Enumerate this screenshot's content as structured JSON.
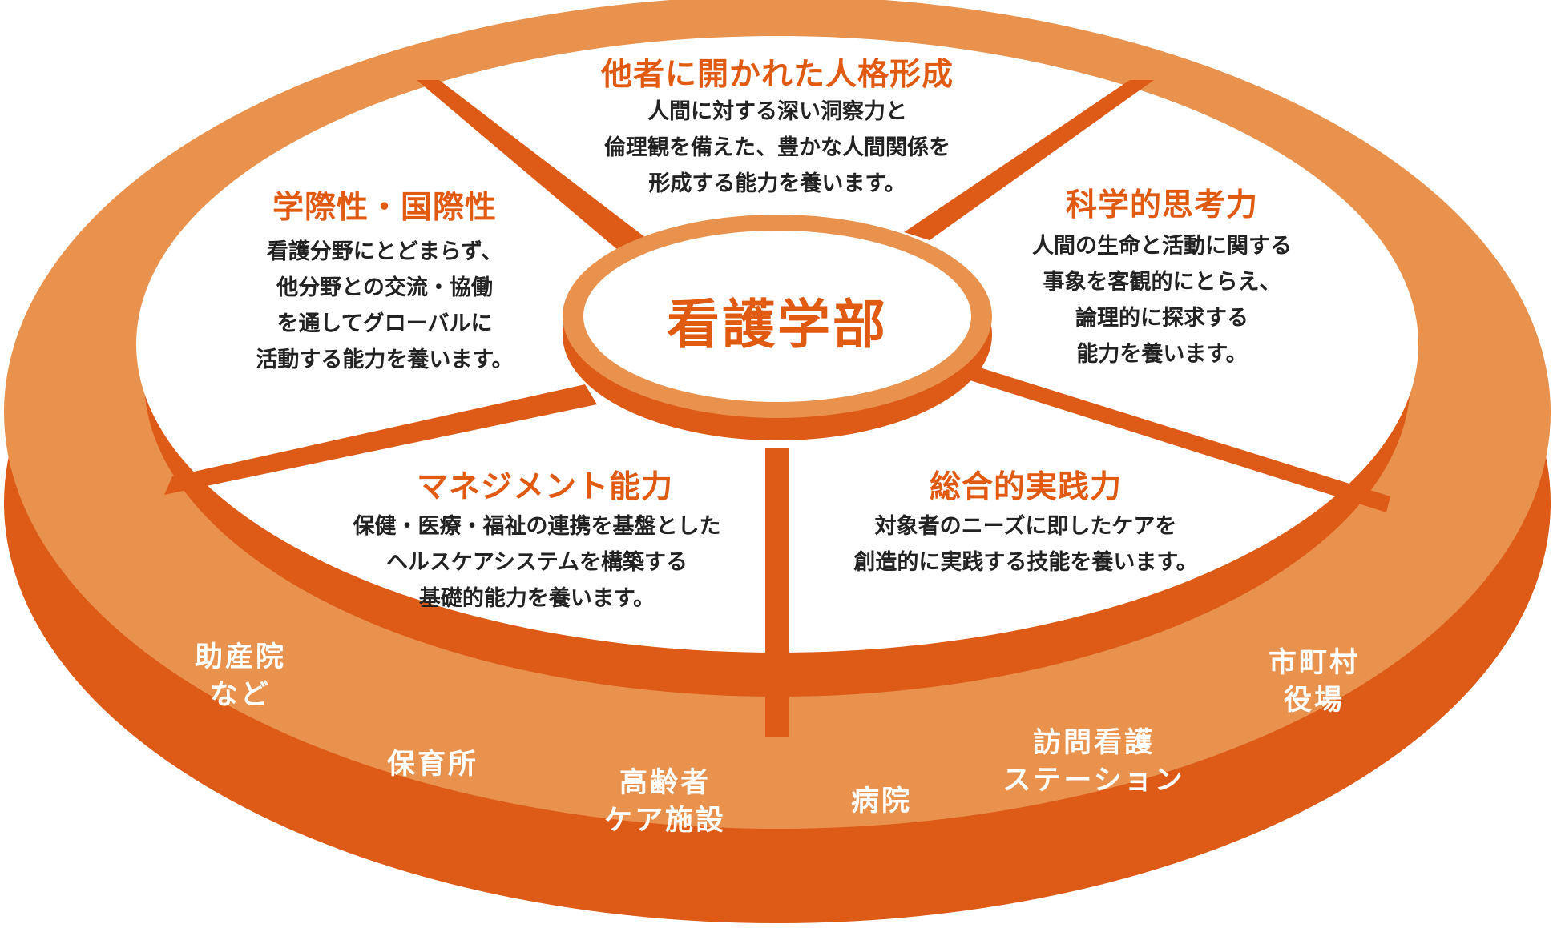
{
  "colors": {
    "outer_ring": "#e8924e",
    "rim_dark": "#dd5a17",
    "divider": "#dd5a17",
    "hub_fill": "#e8924e",
    "heading_text": "#e05a12",
    "body_text": "#222222",
    "ring_text": "#ffffff"
  },
  "center_label": "看護学部",
  "segments": [
    {
      "id": "top",
      "heading": "他者に開かれた人格形成",
      "lines": [
        "人間に対する深い洞察力と",
        "倫理観を備えた、豊かな人間関係を",
        "形成する能力を養います。"
      ]
    },
    {
      "id": "right",
      "heading": "科学的思考力",
      "lines": [
        "人間の生命と活動に関する",
        "事象を客観的にとらえ、",
        "論理的に探求する",
        "能力を養います。"
      ]
    },
    {
      "id": "bottom-right",
      "heading": "総合的実践力",
      "lines": [
        "対象者のニーズに即したケアを",
        "創造的に実践する技能を養います。"
      ]
    },
    {
      "id": "bottom-left",
      "heading": "マネジメント能力",
      "lines": [
        "保健・医療・福祉の連携を基盤とした",
        "ヘルスケアシステムを構築する",
        "基礎的能力を養います。"
      ]
    },
    {
      "id": "left",
      "heading": "学際性・国際性",
      "lines": [
        "看護分野にとどまらず、",
        "他分野との交流・協働",
        "を通してグローバルに",
        "活動する能力を養います。"
      ]
    }
  ],
  "ring_places": [
    {
      "id": "midwifery",
      "lines": [
        "助産院",
        "など"
      ]
    },
    {
      "id": "nursery",
      "lines": [
        "保育所"
      ]
    },
    {
      "id": "elderly-care",
      "lines": [
        "高齢者",
        "ケア施設"
      ]
    },
    {
      "id": "hospital",
      "lines": [
        "病院"
      ]
    },
    {
      "id": "visiting-nursing",
      "lines": [
        "訪問看護",
        "ステーション"
      ]
    },
    {
      "id": "municipal-office",
      "lines": [
        "市町村",
        "役場"
      ]
    }
  ]
}
